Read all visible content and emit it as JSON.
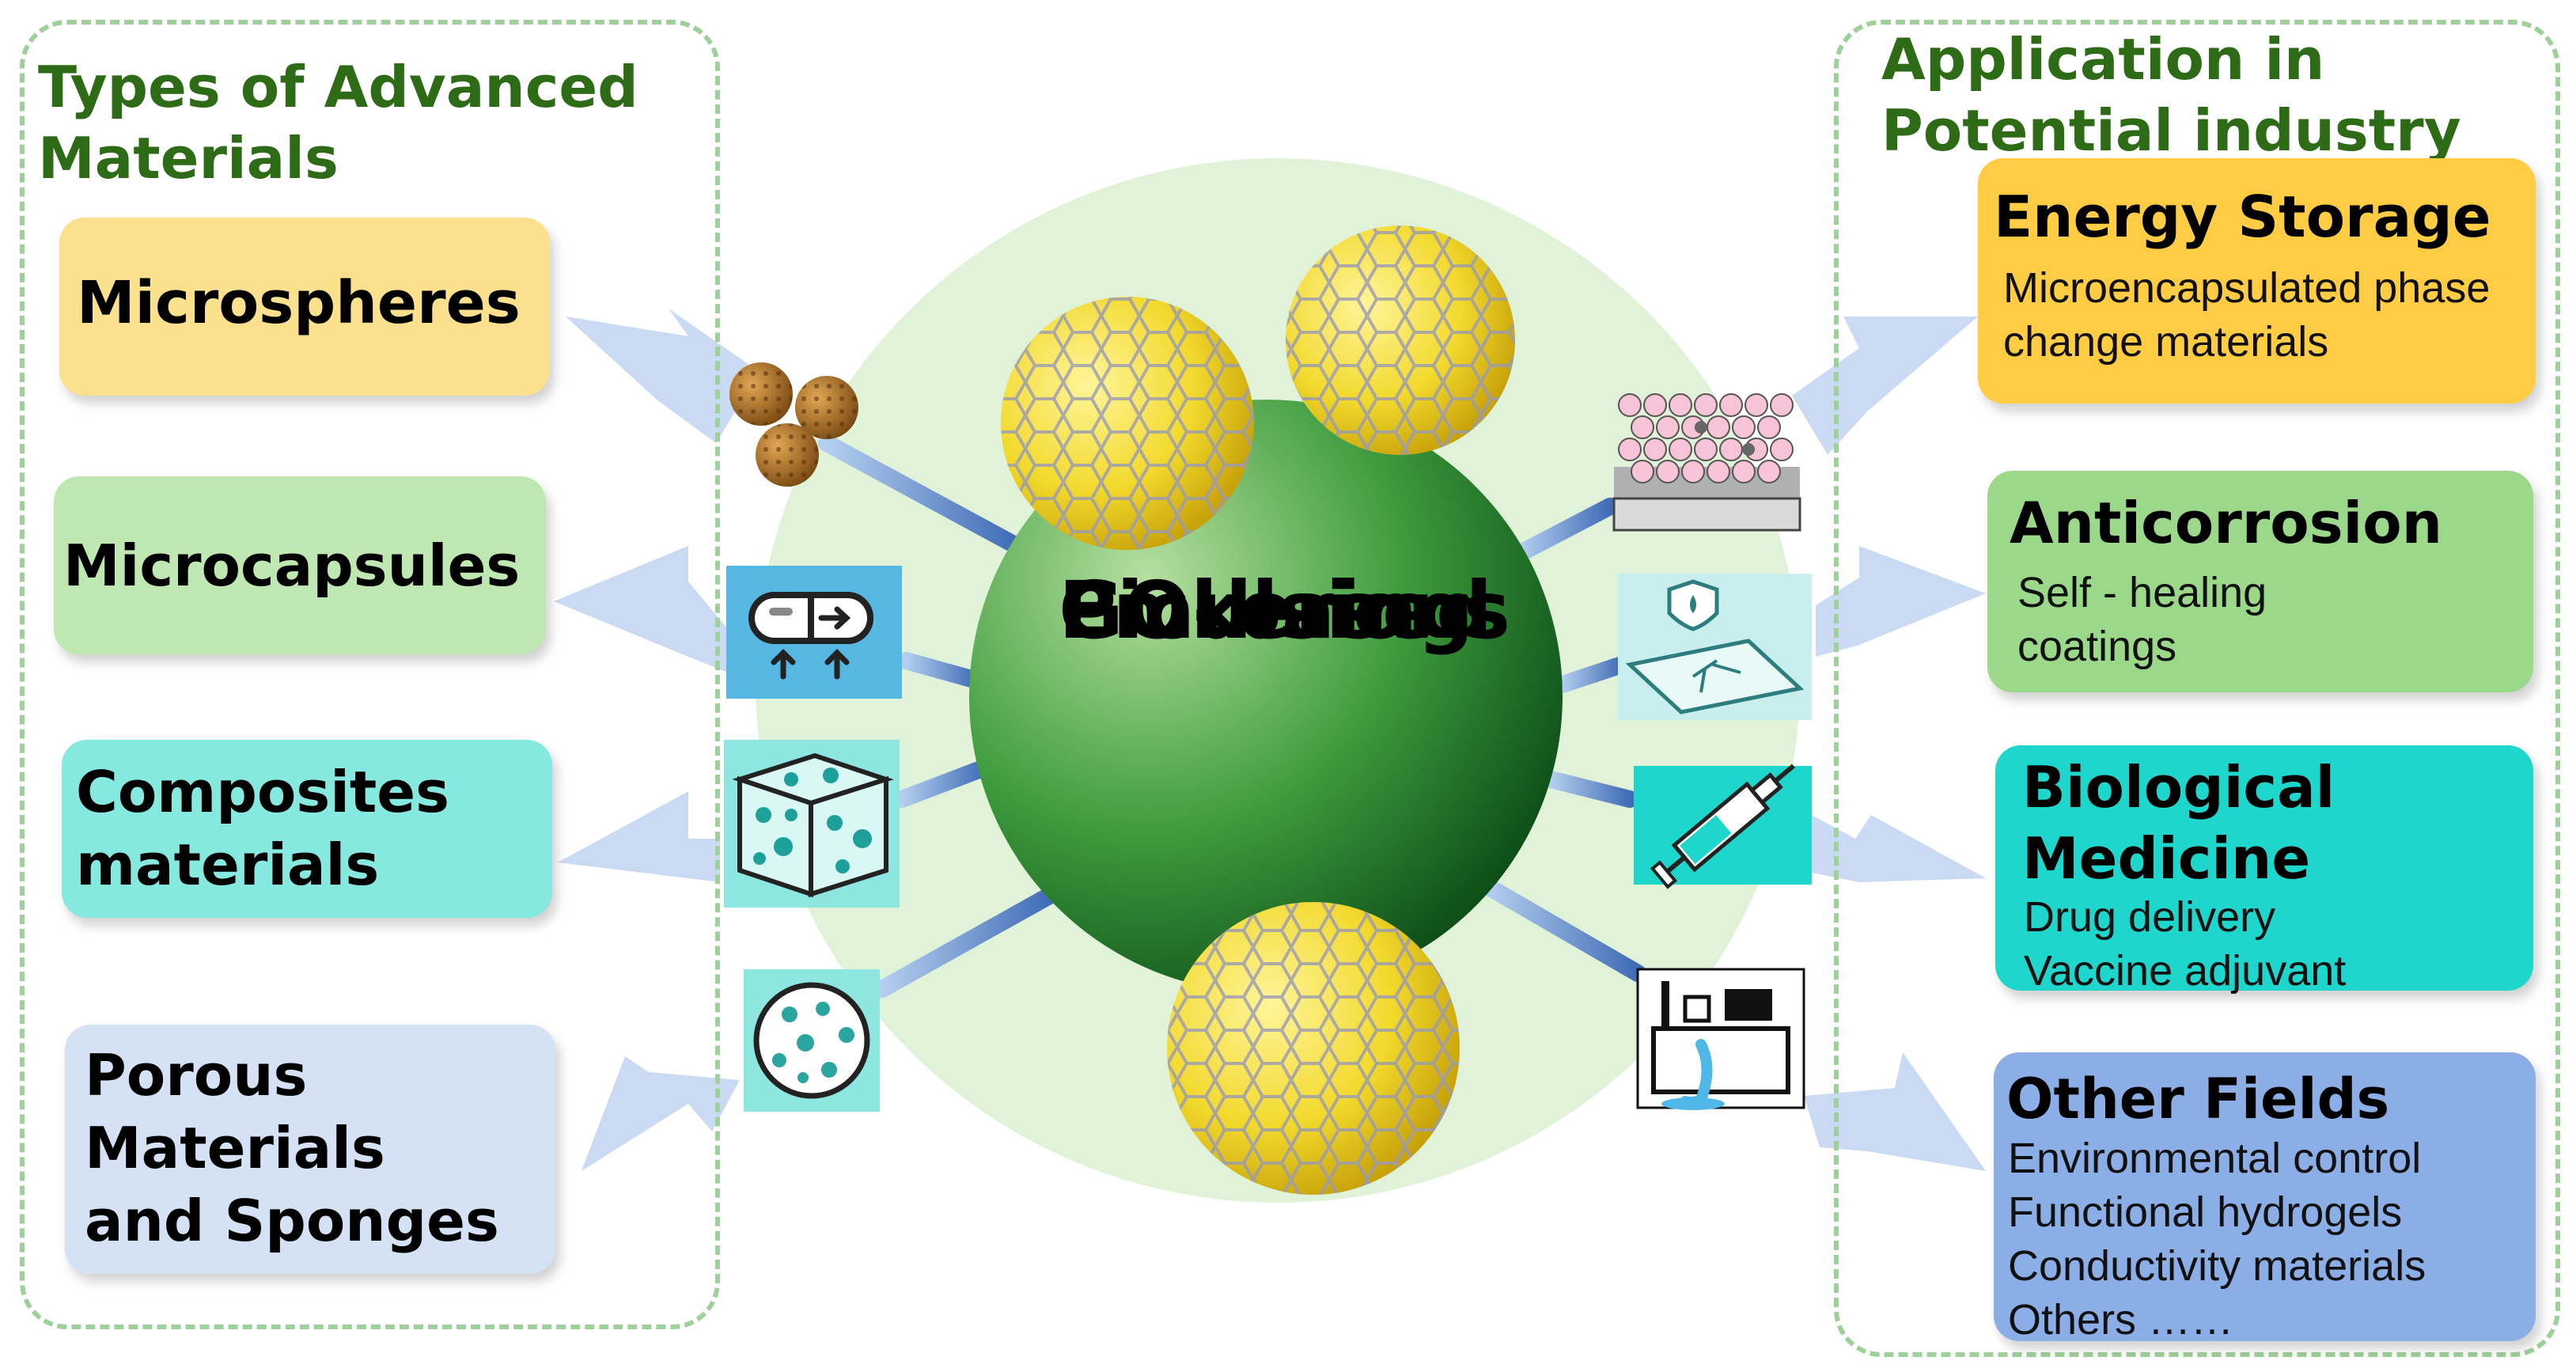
{
  "left_panel": {
    "title_lines": [
      "Types of Advanced",
      "Materials"
    ],
    "items": [
      {
        "label_lines": [
          "Microspheres"
        ],
        "color": "#fbe08e"
      },
      {
        "label_lines": [
          "Microcapsules"
        ],
        "color": "#bfe7b1"
      },
      {
        "label_lines": [
          "Composites",
          "materials"
        ],
        "color": "#86e9e0"
      },
      {
        "label_lines": [
          "Porous",
          "Materials",
          "and Sponges"
        ],
        "color": "#d5e2f5"
      }
    ]
  },
  "center": {
    "title_lines": [
      "GO-based",
      "Pickering",
      "Emulsions"
    ]
  },
  "right_panel": {
    "title_lines": [
      "Application in",
      "Potential industry"
    ],
    "items": [
      {
        "label": "Energy Storage",
        "body": [
          "Microencapsulated phase",
          "change materials"
        ],
        "color": "#ffcc44"
      },
      {
        "label": "Anticorrosion",
        "body": [
          "Self - healing",
          "coatings"
        ],
        "color": "#9cd88a"
      },
      {
        "label_lines": [
          "Biological",
          "Medicine"
        ],
        "body": [
          "Drug delivery",
          "Vaccine adjuvant"
        ],
        "color": "#1fd6cc"
      },
      {
        "label": "Other Fields",
        "body": [
          "Environmental control",
          "Functional hydrogels",
          "Conductivity materials",
          "Others ……"
        ],
        "color": "#8caee6"
      }
    ]
  },
  "icons": {
    "left": [
      "particles-icon",
      "capsule-icon",
      "porous-block-icon",
      "porous-sphere-icon"
    ],
    "right": [
      "coated-surface-icon",
      "cracked-coating-icon",
      "syringe-icon",
      "water-treatment-icon"
    ]
  }
}
